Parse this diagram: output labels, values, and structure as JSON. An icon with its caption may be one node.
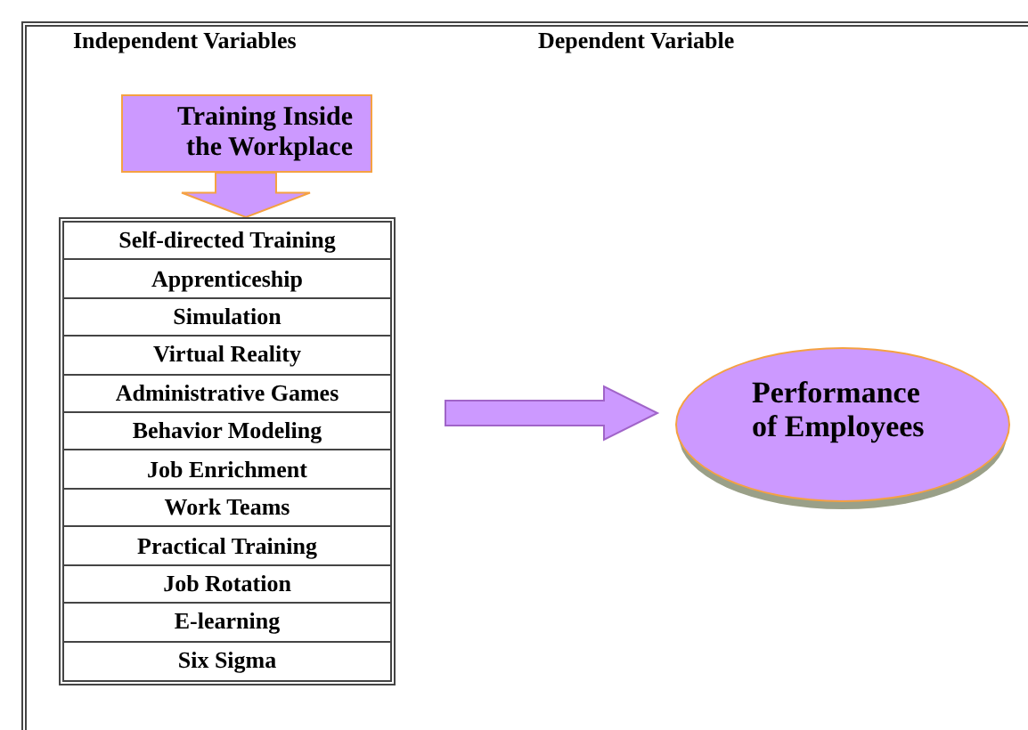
{
  "diagram": {
    "nodes": [
      {
        "text": [
          "Training Inside the Workplace"
        ]
      },
      {
        "text": [],
        "shape": "box"
      },
      {
        "text": [
          "Self-directed Training"
        ],
        "in": 1
      },
      {
        "text": [
          "Apprenticeship"
        ],
        "in": 1
      },
      {
        "text": [
          "Simulation"
        ],
        "in": 1
      },
      {
        "text": [
          "Virtual Reality"
        ],
        "in": 1
      },
      {
        "text": [
          "Administrative Games"
        ],
        "in": 1
      },
      {
        "text": [
          "Behavior Modeling"
        ],
        "in": 1
      },
      {
        "text": [
          "Job Enrichment"
        ],
        "in": 1
      },
      {
        "text": [
          "Work Teams"
        ],
        "in": 1
      },
      {
        "text": [
          "Practical Training"
        ],
        "in": 1
      },
      {
        "text": [
          "Job Rotation"
        ],
        "in": 1
      },
      {
        "text": [
          "E-learning"
        ],
        "in": 1
      },
      {
        "text": [
          "Six Sigma"
        ],
        "in": 1
      },
      {
        "text": [
          "Performance of Employees"
        ]
      }
    ],
    "edges": [
      {
        "from": 0,
        "to": 1,
        "arrow": "to"
      },
      {
        "from": 1,
        "to": 14,
        "arrow": "to"
      }
    ],
    "labels": [
      "Independent Variables",
      "Dependent Variable"
    ]
  }
}
